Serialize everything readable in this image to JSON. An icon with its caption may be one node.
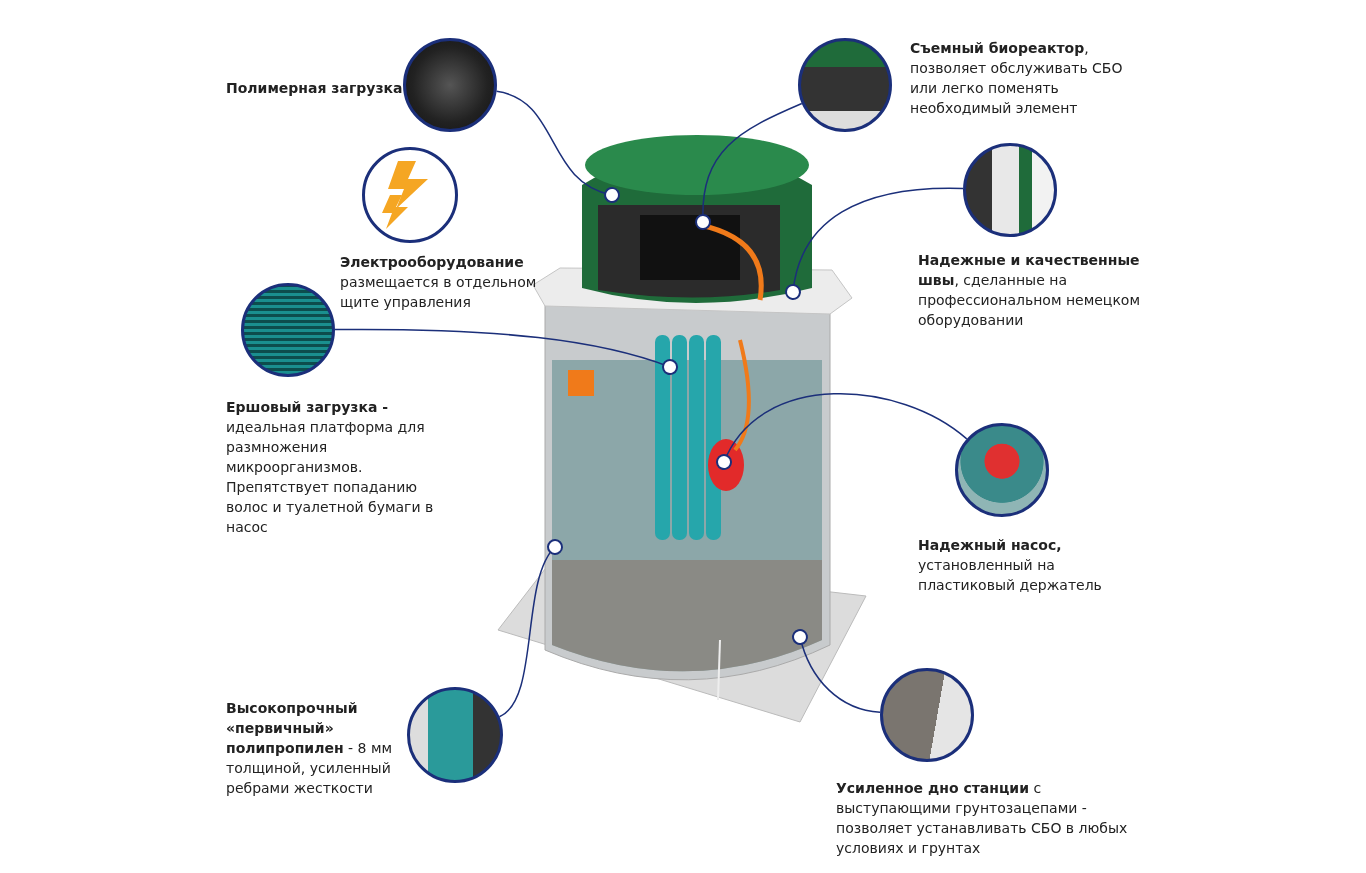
{
  "diagram": {
    "nodes": [
      {
        "text": [],
        "shape": "picture"
      },
      {
        "text": [],
        "shape": "picture",
        "beside": [
          "Полимерная загрузка"
        ]
      },
      {
        "text": [],
        "shape": "picture",
        "beside": [
          "**Съемный биореактор**, позволяет обслуживать СБО или легко поменять необходимый элемент"
        ]
      },
      {
        "text": [],
        "shape": "picture",
        "beside": [
          "**Надежные и качественные швы**, сделанные на профессиональном немецком оборудовании"
        ]
      },
      {
        "text": [],
        "shape": "picture"
      },
      {
        "text": [],
        "shape": "picture",
        "beside": [
          "**Ершовый загрузка -** идеальная платформа для размножения микроорганизмов. Препятствует попаданию волос и туалетной бумаги в насос"
        ]
      },
      {
        "text": [],
        "shape": "picture",
        "beside": [
          "**Надежный насос,** установленный на пластиковый держатель"
        ]
      },
      {
        "text": [],
        "shape": "picture",
        "beside": [
          "**Усиленное дно станции** с выступающими грунтозацепами - позволяет устанавливать СБО в любых условиях и грунтах"
        ]
      },
      {
        "text": [],
        "shape": "picture",
        "beside": [
          "**Высокопрочный «первичный» полипропилен** - 8 мм толщиной, усиленный ребрами жесткости"
        ]
      }
    ],
    "edges": [
      {
        "from": 1,
        "to": 0,
        "arrow": "other"
      },
      {
        "from": 2,
        "to": 0,
        "arrow": "other"
      },
      {
        "from": 3,
        "to": 0,
        "arrow": "other"
      },
      {
        "from": 5,
        "to": 0,
        "arrow": "other"
      },
      {
        "from": 6,
        "to": 0,
        "arrow": "other"
      },
      {
        "from": 8,
        "to": 0,
        "arrow": "other"
      },
      {
        "from": 7,
        "to": 0,
        "arrow": "other"
      }
    ],
    "labels": [
      "**Электрооборудование** размещается в отдельном щите управления"
    ]
  }
}
